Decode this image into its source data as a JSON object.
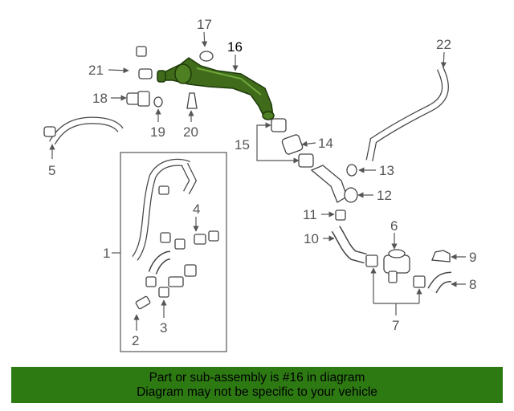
{
  "callouts": {
    "c1": "1",
    "c2": "2",
    "c3": "3",
    "c5": "5",
    "c6": "6",
    "c7": "7",
    "c8": "8",
    "c9": "9",
    "c10": "10",
    "c11": "11",
    "c12": "12",
    "c13": "13",
    "c14": "14",
    "c15": "15",
    "c16": "16",
    "c17": "17",
    "c18": "18",
    "c19": "19",
    "c20": "20",
    "c21": "21",
    "c22": "22"
  },
  "banner": {
    "line1": "Part or sub-assembly is #16 in diagram",
    "line2": "Diagram may not be specific to your vehicle"
  },
  "colors": {
    "highlight_part": "#3f6b1a",
    "banner_bg": "#2d7a13"
  }
}
